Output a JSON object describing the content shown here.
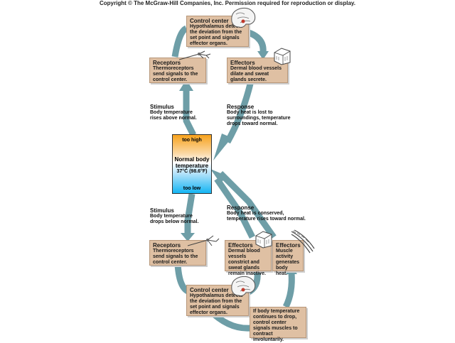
{
  "copyright": "Copyright © The McGraw-Hill Companies, Inc. Permission required for reproduction or display.",
  "top": {
    "control_center": {
      "title": "Control center",
      "text": "Hypothalamus detects the deviation from the set point and signals effector organs."
    },
    "receptors": {
      "title": "Receptors",
      "text": "Thermoreceptors send signals to the control center."
    },
    "effectors": {
      "title": "Effectors",
      "text": "Dermal blood vessels dilate and sweat glands secrete."
    },
    "stimulus": {
      "title": "Stimulus",
      "text": "Body temperature rises above normal."
    },
    "response": {
      "title": "Response",
      "text": "Body heat is lost to surroundings, temperature drops toward normal."
    }
  },
  "thermometer": {
    "too_high": "too high",
    "normal": "Normal body temperature",
    "temp": "37°C (98.6°F)",
    "too_low": "too low"
  },
  "bottom": {
    "stimulus": {
      "title": "Stimulus",
      "text": "Body temperature drops below normal."
    },
    "response": {
      "title": "Response",
      "text": "Body heat is conserved, temperature rises toward normal."
    },
    "receptors": {
      "title": "Receptors",
      "text": "Thermoreceptors send signals to the control center."
    },
    "effectors_vessels": {
      "title": "Effectors",
      "text": "Dermal blood vessels constrict and sweat glands remain inactive."
    },
    "effectors_muscle": {
      "title": "Effectors",
      "text": "Muscle activity generates body heat."
    },
    "control_center": {
      "title": "Control center",
      "text": "Hypothalamus detects the deviation from the set point and signals effector organs."
    },
    "shivering": {
      "text": "If body temperature continues to drop, control center signals muscles to contract involuntarily."
    }
  },
  "colors": {
    "arrow": "#6e9ea7",
    "box": "#dfc0a3",
    "too_high": "#f7a21c",
    "too_low": "#14b5f3"
  }
}
